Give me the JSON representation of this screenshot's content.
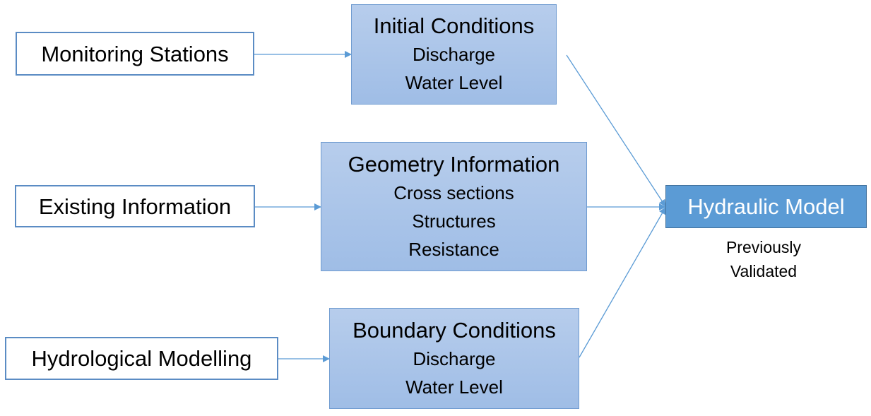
{
  "sources": {
    "monitoring": "Monitoring Stations",
    "existing": "Existing Information",
    "hydrological": "Hydrological Modelling"
  },
  "initial_conditions": {
    "title": "Initial Conditions",
    "items": [
      "Discharge",
      "Water Level"
    ]
  },
  "geometry": {
    "title": "Geometry Information",
    "items": [
      "Cross sections",
      "Structures",
      "Resistance"
    ]
  },
  "boundary_conditions": {
    "title": "Boundary Conditions",
    "items": [
      "Discharge",
      "Water Level"
    ]
  },
  "model": {
    "title": "Hydraulic Model",
    "note_lines": [
      "Previously",
      "Validated"
    ]
  },
  "colors": {
    "accent": "#5b9bd5",
    "stage_fill": "#a9c4e9",
    "source_border": "#5b8cc4"
  }
}
